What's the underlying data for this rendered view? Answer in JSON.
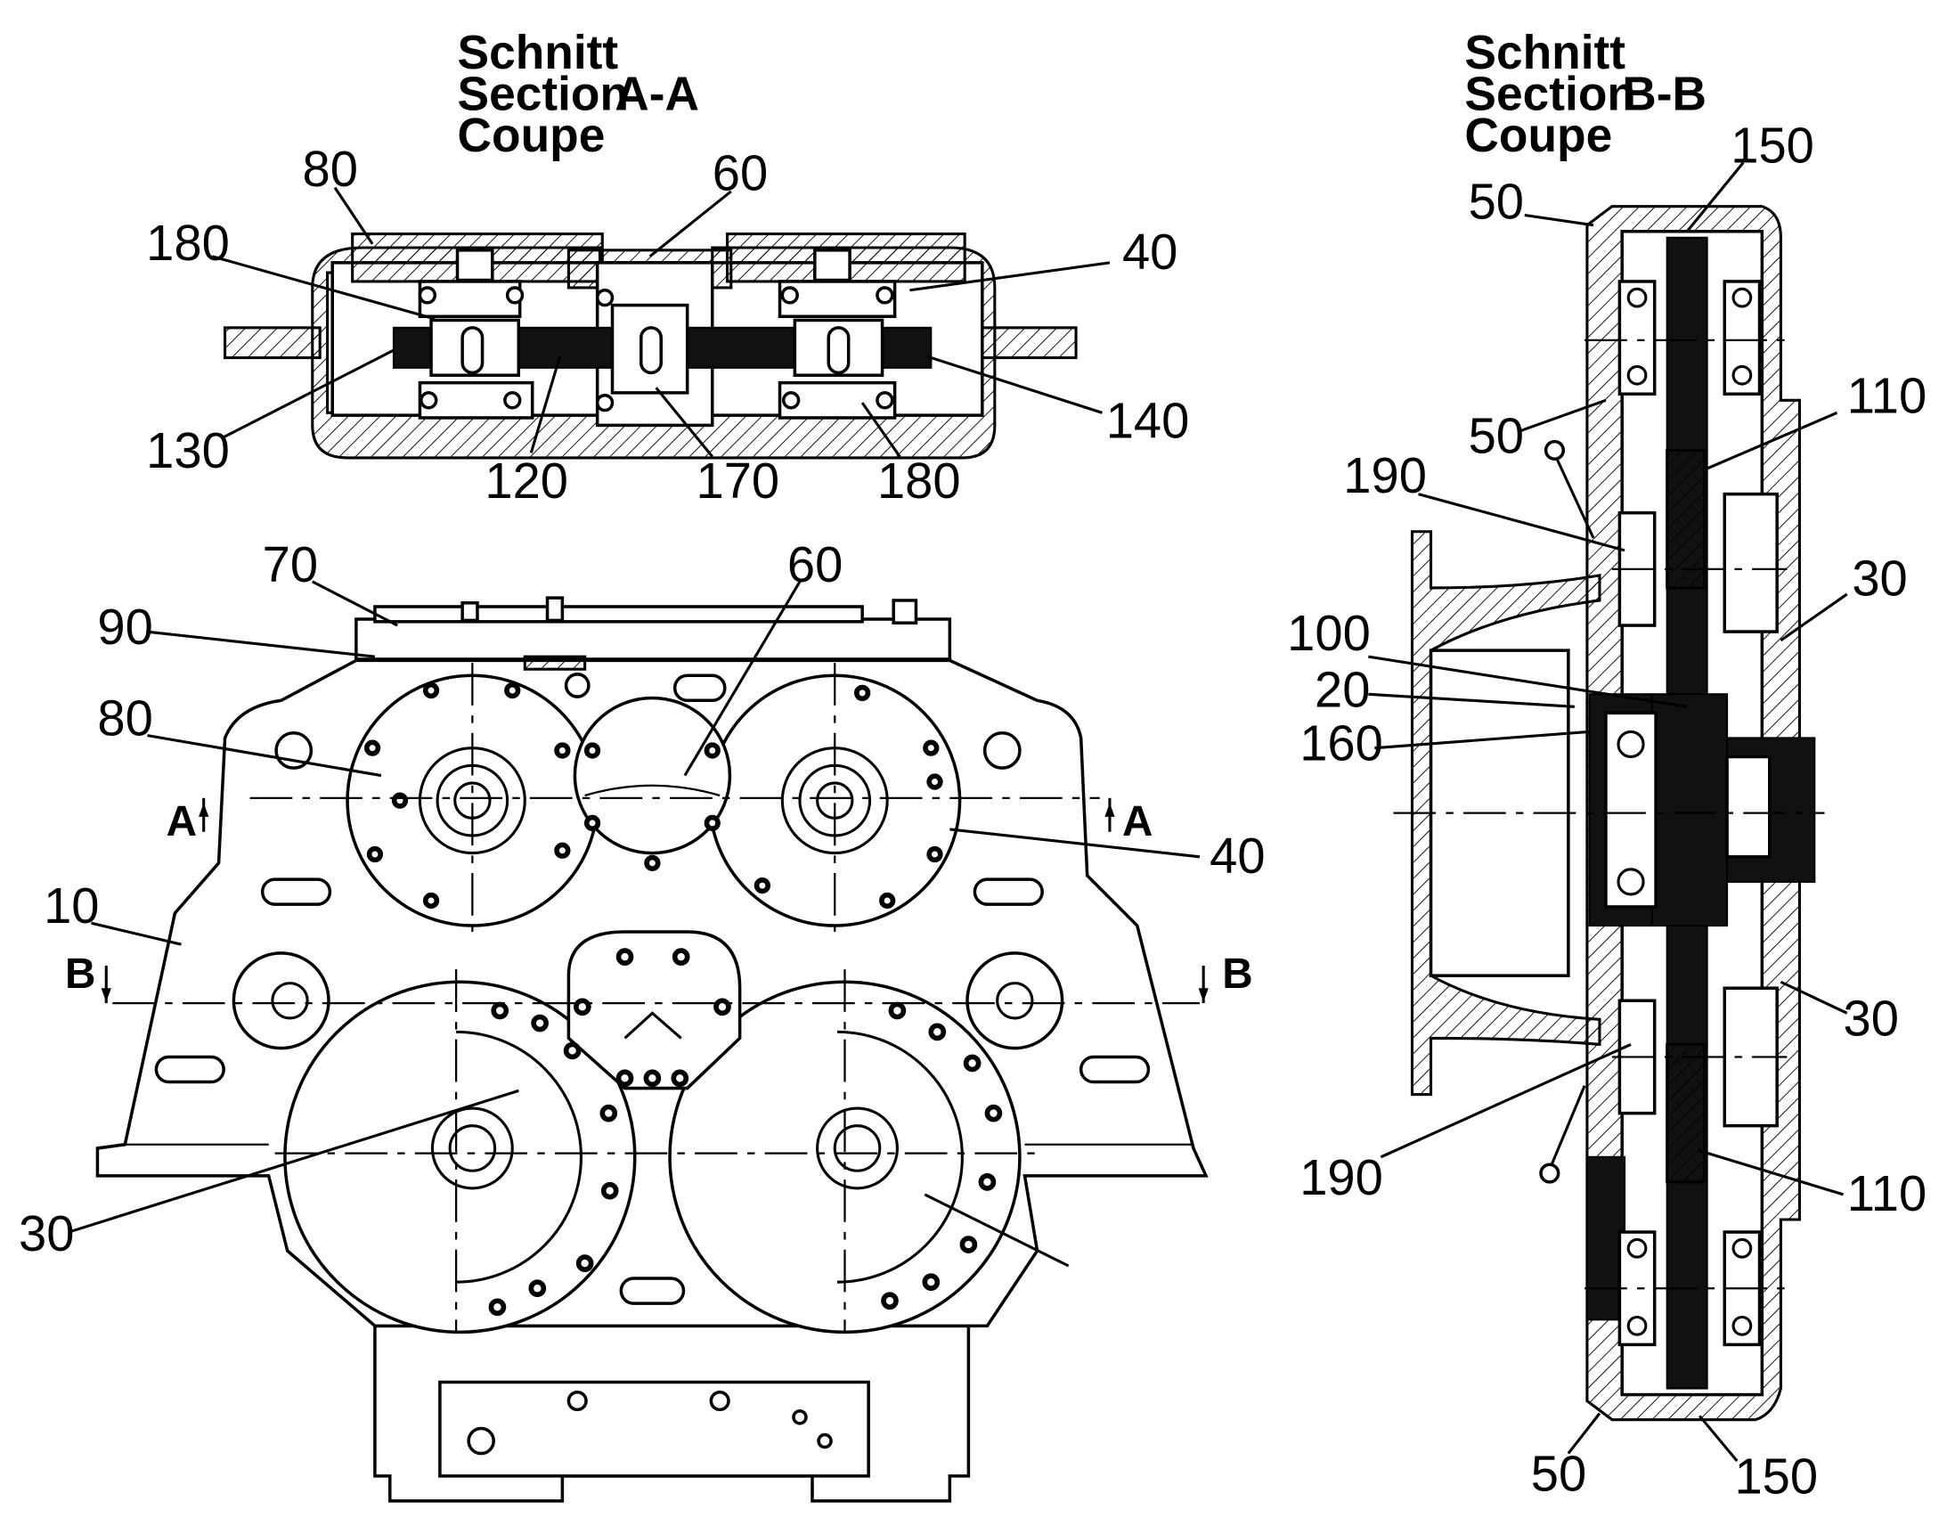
{
  "section_aa": {
    "header": [
      "Schnitt",
      "Section",
      "Coupe"
    ],
    "letter": "A-A",
    "callouts": [
      "80",
      "60",
      "180",
      "40",
      "130",
      "120",
      "170",
      "180",
      "140"
    ]
  },
  "section_bb": {
    "header": [
      "Schnitt",
      "Section",
      "Coupe"
    ],
    "letter": "B-B",
    "callouts": [
      "150",
      "50",
      "50",
      "110",
      "190",
      "30",
      "100",
      "20",
      "160",
      "30",
      "190",
      "110",
      "50",
      "150"
    ]
  },
  "front_view": {
    "callouts": [
      "70",
      "60",
      "90",
      "80",
      "40",
      "10",
      "30"
    ],
    "cut_marks": [
      "A",
      "A",
      "B",
      "B"
    ]
  }
}
